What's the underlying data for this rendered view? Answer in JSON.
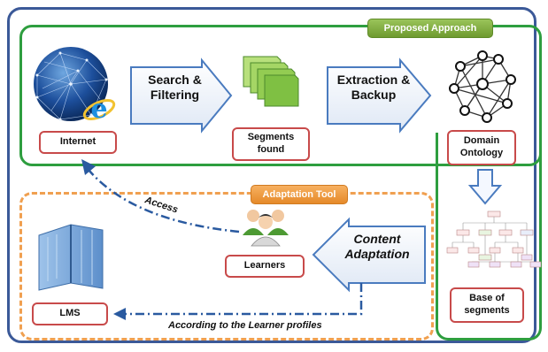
{
  "frames": {
    "proposed_label": "Proposed  Approach",
    "adaptation_label": "Adaptation  Tool"
  },
  "nodes": {
    "internet": "Internet",
    "segments_found": "Segments\nfound",
    "domain_ontology": "Domain\nOntology",
    "base_of_segments": "Base of\nsegments",
    "learners": "Learners",
    "lms": "LMS"
  },
  "arrows": {
    "search_filtering": "Search &\nFiltering",
    "extraction_backup": "Extraction &\nBackup",
    "content_adaptation": "Content\nAdaptation"
  },
  "edge_labels": {
    "access": "Access",
    "according": "According to the Learner profiles"
  },
  "colors": {
    "outer_frame": "#3b5998",
    "proposed_frame": "#2e9e3f",
    "adaptation_frame": "#f0a050",
    "label_border": "#c84a4a",
    "arrow_outline": "#4a7bbf",
    "dashed_arrow": "#2a5aa0"
  },
  "icons": {
    "internet": "globe-internet-explorer-icon",
    "segments": "document-stack-icon",
    "ontology": "network-graph-icon",
    "learners": "people-group-icon",
    "lms": "book-folder-icon",
    "base": "tree-diagram-icon"
  }
}
